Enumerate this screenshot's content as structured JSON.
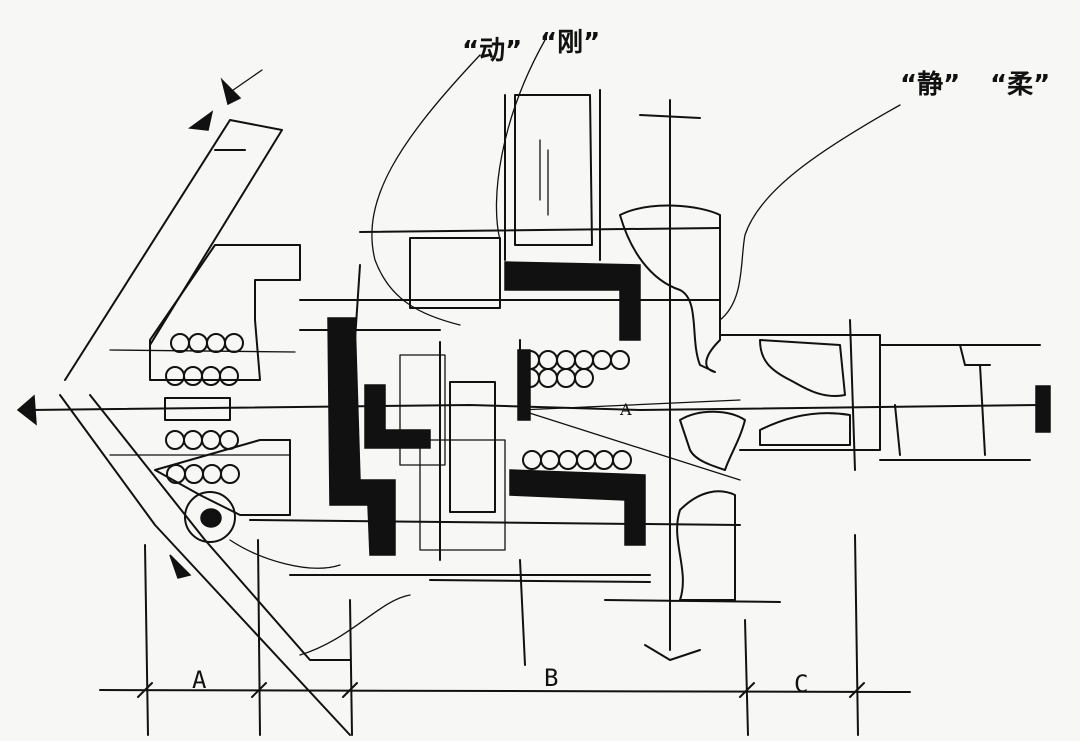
{
  "annotations": {
    "dong": "“动”",
    "gang": "“刚”",
    "jing": "“静”",
    "rou": "“柔”"
  },
  "zones": {
    "a": "A",
    "b": "B",
    "c": "C"
  },
  "markers": {
    "center_a": "A"
  },
  "style": {
    "ink": "#111111",
    "paper": "#f7f7f5"
  }
}
